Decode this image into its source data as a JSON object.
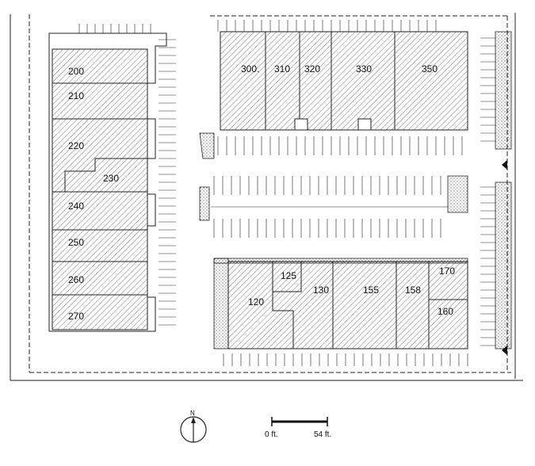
{
  "plan": {
    "units_west": [
      "200",
      "210",
      "220",
      "230",
      "240",
      "250",
      "260",
      "270"
    ],
    "units_north": [
      "300.",
      "310",
      "320",
      "330",
      "350"
    ],
    "units_south": [
      "120",
      "125",
      "130",
      "155",
      "158",
      "170",
      "160"
    ]
  },
  "north_arrow": {
    "label": "N"
  },
  "scale_bar": {
    "start_label": "0 ft.",
    "end_label": "54 ft."
  },
  "colors": {
    "line": "#222222",
    "hatch": "#555555",
    "paper": "#ffffff"
  }
}
